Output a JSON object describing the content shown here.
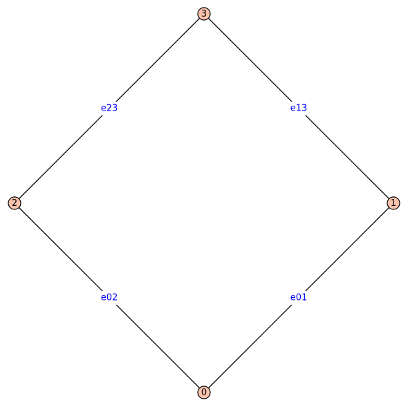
{
  "graph": {
    "colors": {
      "node_fill": "#f9c3ae",
      "edge": "#000000",
      "edge_label": "#0000ff"
    },
    "nodes": [
      {
        "id": "n0",
        "label": "0"
      },
      {
        "id": "n1",
        "label": "1"
      },
      {
        "id": "n2",
        "label": "2"
      },
      {
        "id": "n3",
        "label": "3"
      }
    ],
    "edges": [
      {
        "id": "e01",
        "from": "n0",
        "to": "n1",
        "label": "e01"
      },
      {
        "id": "e02",
        "from": "n0",
        "to": "n2",
        "label": "e02"
      },
      {
        "id": "e13",
        "from": "n1",
        "to": "n3",
        "label": "e13"
      },
      {
        "id": "e23",
        "from": "n2",
        "to": "n3",
        "label": "e23"
      }
    ]
  }
}
